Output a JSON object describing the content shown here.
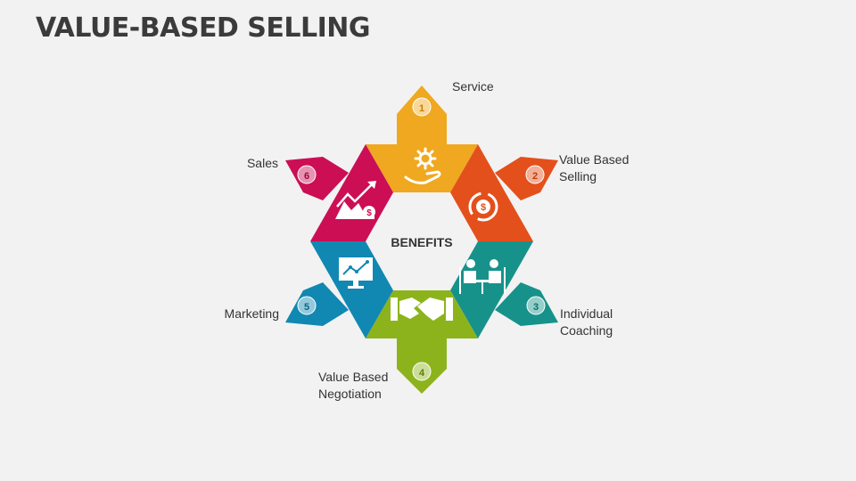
{
  "title": "VALUE-BASED SELLING",
  "center_label": "BENEFITS",
  "segments": [
    {
      "number": "1",
      "label": "Service",
      "color": "#f0a820",
      "icon": "hand-gear-icon"
    },
    {
      "number": "2",
      "label": "Value Based\nSelling",
      "color": "#e4501b",
      "icon": "dollar-cycle-icon"
    },
    {
      "number": "3",
      "label": "Individual\nCoaching",
      "color": "#17928b",
      "icon": "meeting-people-icon"
    },
    {
      "number": "4",
      "label": "Value Based\nNegotiation",
      "color": "#8db31c",
      "icon": "handshake-icon"
    },
    {
      "number": "5",
      "label": "Marketing",
      "color": "#1188b2",
      "icon": "monitor-chart-icon"
    },
    {
      "number": "6",
      "label": "Sales",
      "color": "#cc0e55",
      "icon": "sales-chart-icon"
    }
  ]
}
